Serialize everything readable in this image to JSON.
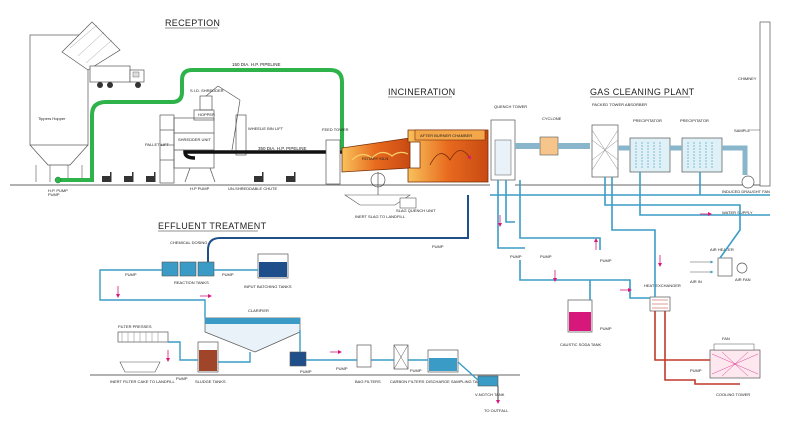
{
  "sections": {
    "reception": "RECEPTION",
    "incineration": "INCINERATION",
    "gas_cleaning": "GAS CLEANING PLANT",
    "effluent": "EFFLUENT TREATMENT"
  },
  "pipelines": {
    "p150": "150 DIA. H.P. PIPELINE",
    "p350": "350 DIA. H.P. PIPELINE"
  },
  "labels": {
    "tippers_hopper": "Tippers Hopper",
    "hp_pump": "H.P. PUMP",
    "pallet_lift": "PALLET LIFT",
    "shredder_unit": "SHREDDER UNIT",
    "sid_shredder": "S.I.D. SHREDDER",
    "hopper": "HOPPER",
    "wheelie_bin_lift": "WHEELIE BIN LIFT",
    "un_shreddable_chute": "UN-SHREDDABLE CHUTE",
    "hp_pump2": "H.P PUMP",
    "feed_tower": "FEED TOWER",
    "rotary_kiln": "ROTARY KILN",
    "after_burner": "AFTER BURNER CHAMBER",
    "inert_slag": "INERT SLAG TO LANDFILL",
    "slag_quench": "SLAG QUENCH UNIT",
    "quench_tower": "QUENCH TOWER",
    "cyclone": "CYCLONE",
    "packed_tower": "PACKED TOWER ABSORBER",
    "precipitator1": "PRECIPITATOR",
    "precipitator2": "PRECIPITATOR",
    "chimney": "CHIMNEY",
    "sample": "SAMPLE",
    "induced_draught": "INDUCED DRAUGHT FAN",
    "water_supply": "WATER SUPPLY",
    "air_heater": "AIR HEATER",
    "air_in": "AIR IN",
    "air_fan": "AIR FAN",
    "heat_exchanger": "HEAT EXCHANGER",
    "caustic_soda": "CAUSTIC SODA TANK",
    "cooling_tower": "COOLING TOWER",
    "fan": "FAN",
    "pump": "PUMP",
    "chemical_dosing": "CHEMICAL DOSING",
    "reaction_tanks": "REACTION TANKS",
    "input_batching": "INPUT BATCHING TANKS",
    "clarifier": "CLARIFIER",
    "filter_presses": "FILTER PRESSES",
    "inert_filter": "INERT FILTER CAKE TO LANDFILL",
    "sludge_tanks": "SLUDGE TANKS",
    "bag_filters": "BAG FILTERS",
    "carbon_filters": "CARBON FILTERS",
    "discharge_tanks": "DISCHARGE SAMPLING TANKS",
    "v_notch": "V-NOTCH TANK",
    "to_outfall": "TO OUTFALL"
  },
  "colors": {
    "green_pipe": "#2db34a",
    "black_pipe": "#111111",
    "water": "#3a9cc6",
    "dark_blue": "#1f4f8a",
    "fire": "#e86a1e",
    "fire_light": "#f4a64a",
    "red_loop": "#c0392b",
    "magenta": "#d6187a",
    "sludge": "#a0442a"
  }
}
